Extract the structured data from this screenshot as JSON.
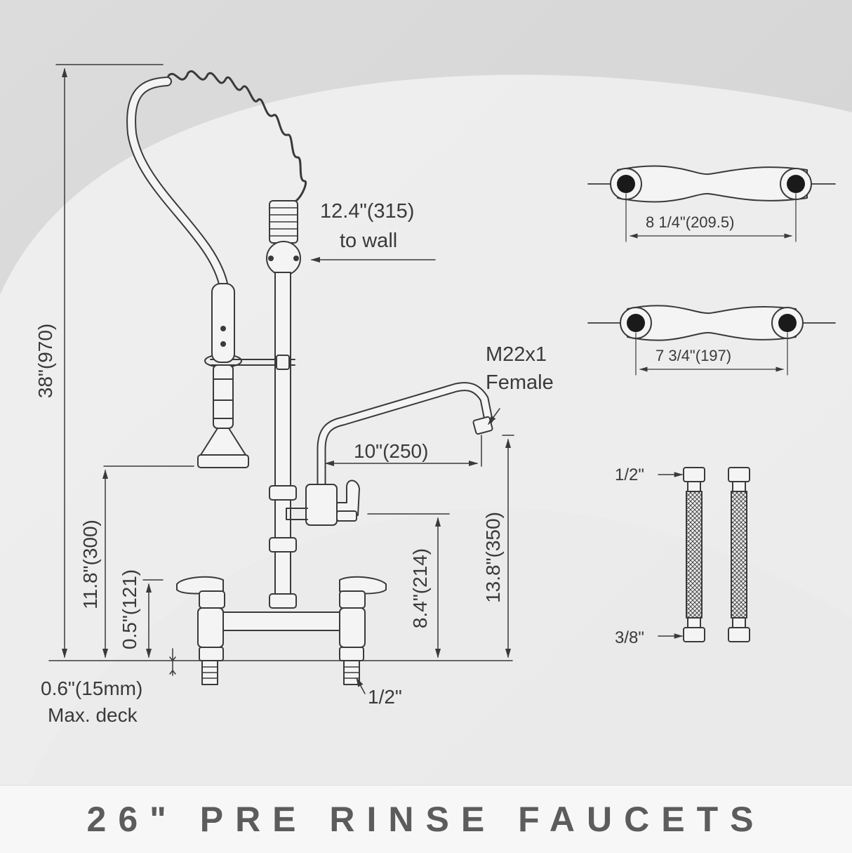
{
  "labels": {
    "total_height": "38\"(970)",
    "to_wall_value": "12.4\"(315)",
    "to_wall_text": "to wall",
    "outlet_thread_1": "M22x1",
    "outlet_thread_2": "Female",
    "spout_reach": "10\"(250)",
    "sprayer_height": "11.8\"(300)",
    "handle_height": "0.5\"(121)",
    "spout_height": "8.4\"(214)",
    "outlet_height": "13.8\"(350)",
    "max_deck_1": "0.6\"(15mm)",
    "max_deck_2": "Max. deck",
    "inlet_size": "1/2\"",
    "center_large": "8 1/4\"(209.5)",
    "center_small": "7 3/4\"(197)",
    "hose_top": "1/2\"",
    "hose_bottom": "3/8\""
  },
  "footer": {
    "title": "26\" PRE RINSE FAUCETS"
  },
  "colors": {
    "line": "#3a3a3a",
    "background": "#ececec",
    "footer_text": "#5c5c5c"
  }
}
